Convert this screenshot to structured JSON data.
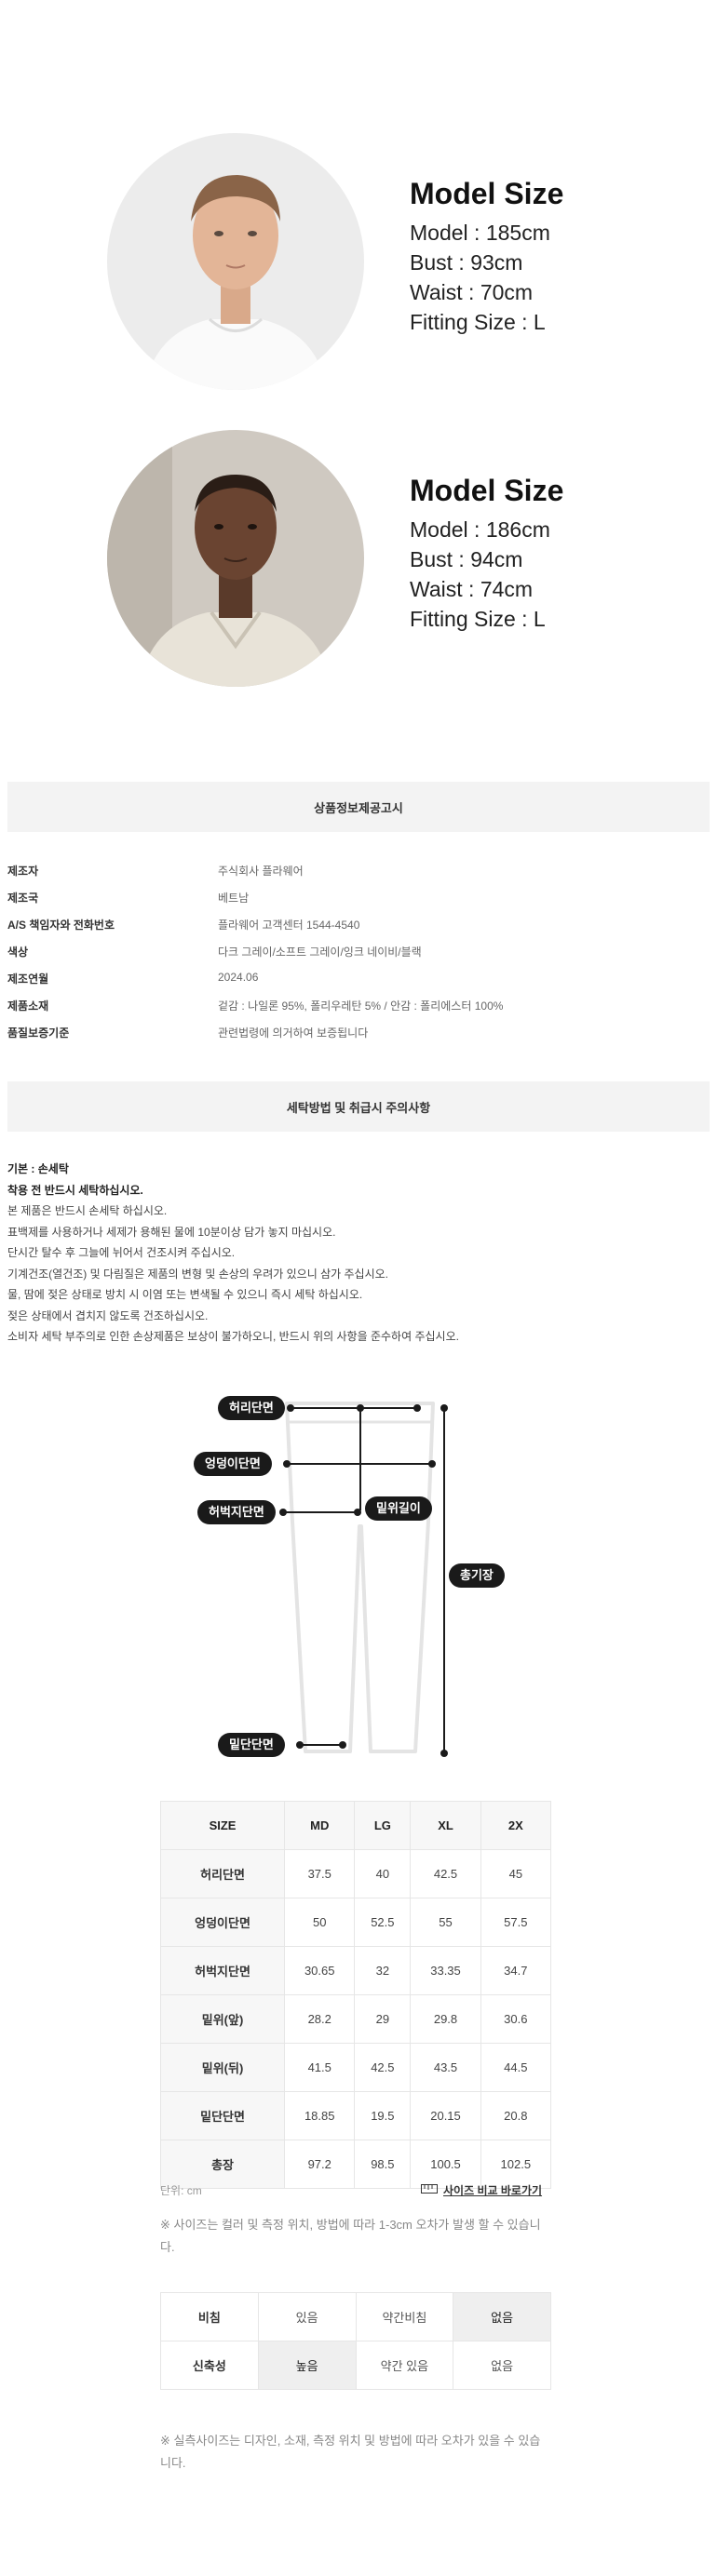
{
  "models": [
    {
      "title": "Model Size",
      "lines": [
        "Model : 185cm",
        "Bust : 93cm",
        "Waist : 70cm",
        "Fitting Size : L"
      ]
    },
    {
      "title": "Model Size",
      "lines": [
        "Model : 186cm",
        "Bust : 94cm",
        "Waist : 74cm",
        "Fitting Size : L"
      ]
    }
  ],
  "product_notice": {
    "header": "상품정보제공고시",
    "rows": [
      {
        "k": "제조자",
        "v": "주식회사 플라웨어"
      },
      {
        "k": "제조국",
        "v": "베트남"
      },
      {
        "k": "A/S 책임자와 전화번호",
        "v": "플라웨어 고객센터 1544-4540"
      },
      {
        "k": "색상",
        "v": "다크 그레이/소프트 그레이/잉크 네이비/블랙"
      },
      {
        "k": "제조연월",
        "v": "2024.06"
      },
      {
        "k": "제품소재",
        "v": "겉감 : 나일론 95%, 폴리우레탄 5% / 안감 : 폴리에스터 100%"
      },
      {
        "k": "품질보증기준",
        "v": "관련법령에 의거하여 보증됩니다"
      }
    ]
  },
  "washing": {
    "header": "세탁방법 및 취급시 주의사항",
    "lines": [
      "기본 : 손세탁",
      "착용 전 반드시 세탁하십시오.",
      "본 제품은 반드시 손세탁 하십시오.",
      "표백제를 사용하거나 세제가 용해된 물에 10분이상 담가 놓지 마십시오.",
      "단시간 탈수 후 그늘에 뉘어서 건조시켜 주십시오.",
      "기계건조(열건조) 및 다림질은 제품의 변형 및 손상의 우려가 있으니 삼가 주십시오.",
      "물, 땀에 젖은 상태로 방치 시 이염 또는 변색될 수 있으니 즉시 세탁 하십시오.",
      "젖은 상태에서 겹치지 않도록 건조하십시오.",
      "소비자 세탁 부주의로 인한 손상제품은 보상이 불가하오니, 반드시 위의 사항을 준수하여 주십시오."
    ]
  },
  "diagram": {
    "waist": "허리단면",
    "hip": "엉덩이단면",
    "thigh": "허벅지단면",
    "rise": "밑위길이",
    "length": "총기장",
    "hem": "밑단단면"
  },
  "size_table": {
    "header": [
      "SIZE",
      "MD",
      "LG",
      "XL",
      "2X"
    ],
    "rows": [
      [
        "허리단면",
        "37.5",
        "40",
        "42.5",
        "45"
      ],
      [
        "엉덩이단면",
        "50",
        "52.5",
        "55",
        "57.5"
      ],
      [
        "허벅지단면",
        "30.65",
        "32",
        "33.35",
        "34.7"
      ],
      [
        "밑위(앞)",
        "28.2",
        "29",
        "29.8",
        "30.6"
      ],
      [
        "밑위(뒤)",
        "41.5",
        "42.5",
        "43.5",
        "44.5"
      ],
      [
        "밑단단면",
        "18.85",
        "19.5",
        "20.15",
        "20.8"
      ],
      [
        "총장",
        "97.2",
        "98.5",
        "100.5",
        "102.5"
      ]
    ],
    "unit": "단위: cm",
    "compare_link": "사이즈 비교 바로가기",
    "note": "※ 사이즈는 컬러 및 측정 위치, 방법에 따라 1-3cm 오차가 발생 할 수 있습니다."
  },
  "fit_table": {
    "rows": [
      {
        "label": "비침",
        "options": [
          "있음",
          "약간비침",
          "없음"
        ],
        "selected": 2
      },
      {
        "label": "신축성",
        "options": [
          "높음",
          "약간 있음",
          "없음"
        ],
        "selected": 0
      }
    ],
    "note": "※ 실측사이즈는 디자인, 소재, 측정 위치 및 방법에 따라 오차가 있을 수 있습니다."
  }
}
